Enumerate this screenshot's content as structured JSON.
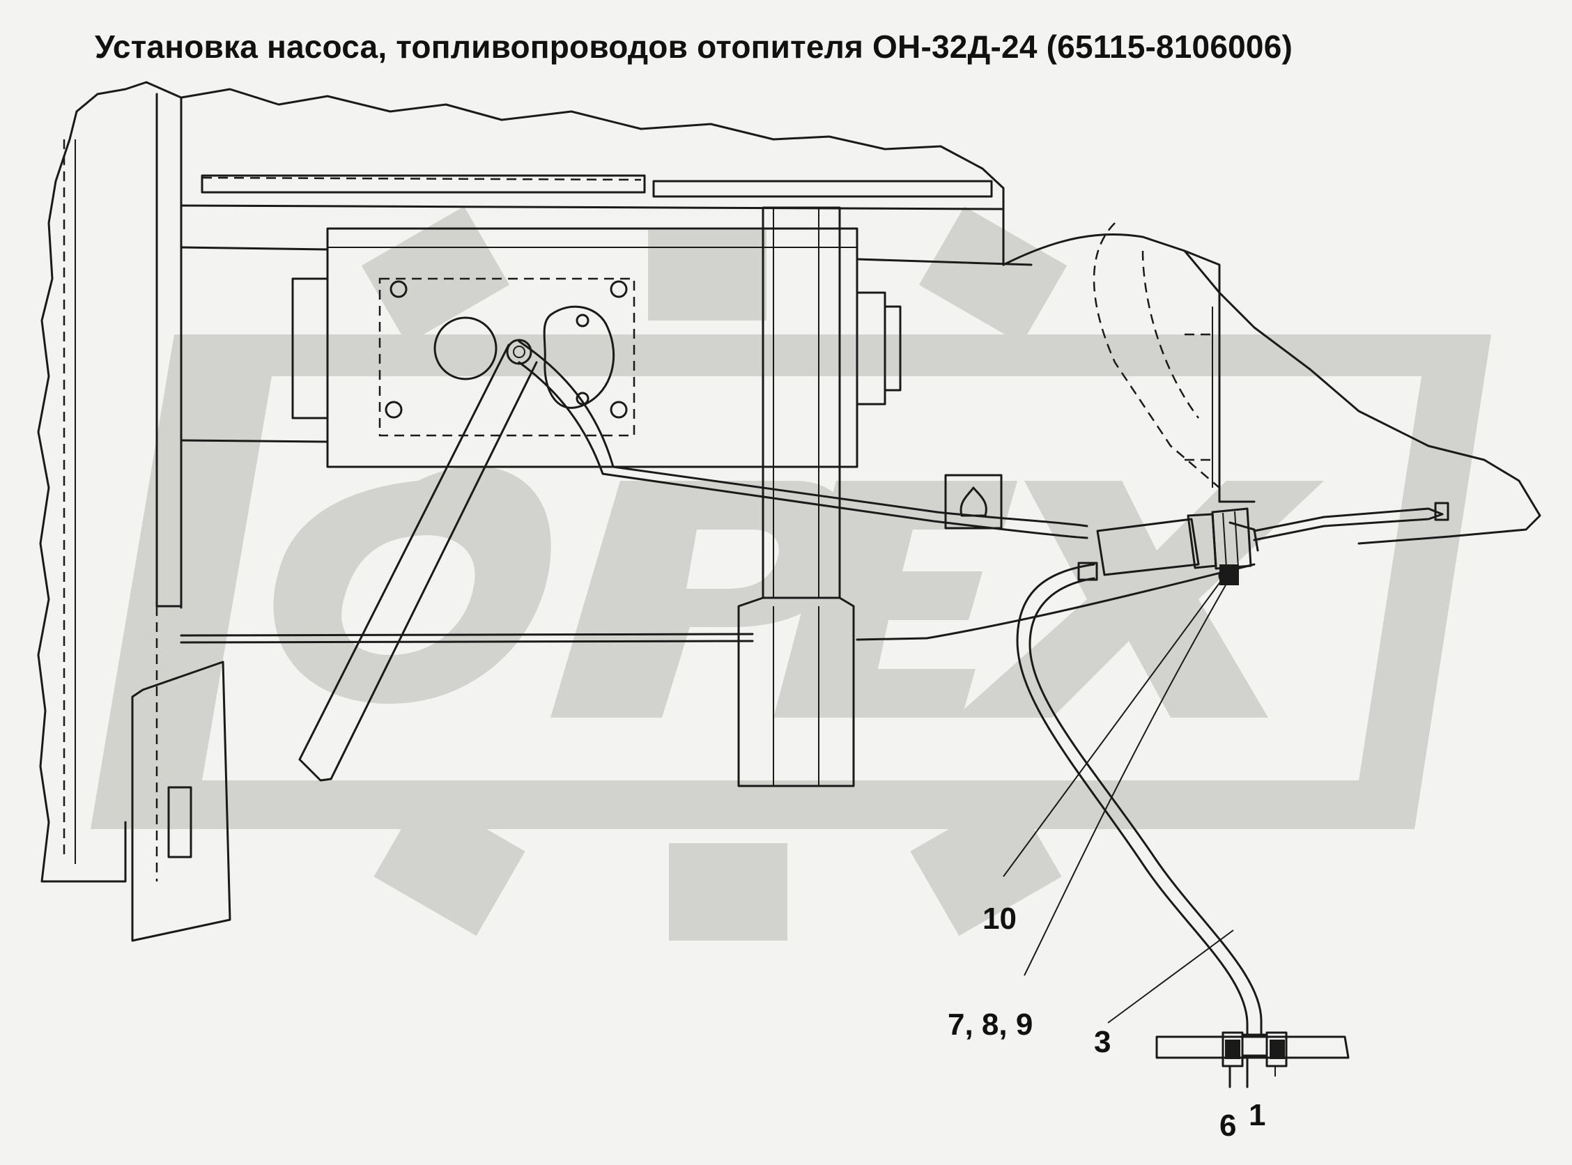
{
  "title": "Установка насоса, топливопроводов отопителя ОН-32Д-24 (65115-8106006)",
  "watermark": {
    "text": "ОРЕХ",
    "color": "#d2d2cf"
  },
  "callouts": [
    {
      "id": "10",
      "label": "10"
    },
    {
      "id": "7-8-9",
      "label": "7, 8, 9"
    },
    {
      "id": "3",
      "label": "3"
    },
    {
      "id": "6",
      "label": "6"
    },
    {
      "id": "1",
      "label": "1"
    }
  ]
}
